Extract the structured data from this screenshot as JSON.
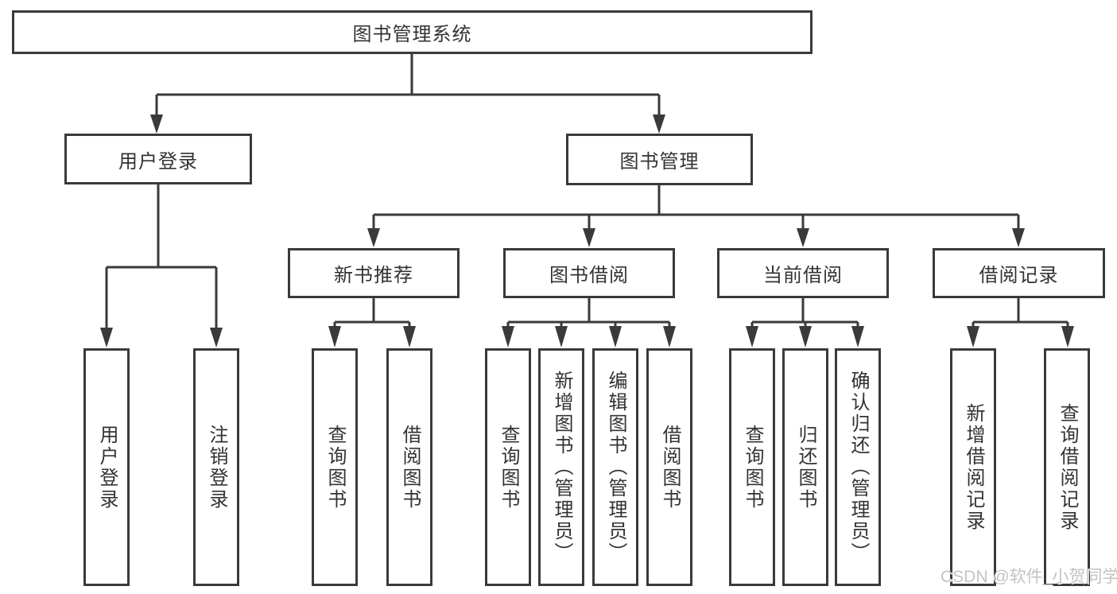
{
  "colors": {
    "background": "#ffffff",
    "line": "#3a3a3a",
    "box_border": "#3a3a3a",
    "text": "#333333",
    "watermark_text": "#c3c3c3"
  },
  "tree": {
    "root": {
      "label": "图书管理系统"
    },
    "branches": [
      {
        "label": "用户登录",
        "children": [
          {
            "label": "用户登录"
          },
          {
            "label": "注销登录"
          }
        ]
      },
      {
        "label": "图书管理",
        "groups": [
          {
            "label": "新书推荐",
            "children": [
              {
                "label": "查询图书"
              },
              {
                "label": "借阅图书"
              }
            ]
          },
          {
            "label": "图书借阅",
            "children": [
              {
                "label": "查询图书"
              },
              {
                "label": "新增图书（管理员）"
              },
              {
                "label": "编辑图书（管理员）"
              },
              {
                "label": "借阅图书"
              }
            ]
          },
          {
            "label": "当前借阅",
            "children": [
              {
                "label": "查询图书"
              },
              {
                "label": "归还图书"
              },
              {
                "label": "确认归还（管理员）"
              }
            ]
          },
          {
            "label": "借阅记录",
            "children": [
              {
                "label": "新增借阅记录"
              },
              {
                "label": "查询借阅记录"
              }
            ]
          }
        ]
      }
    ]
  },
  "watermark": {
    "label": "CSDN @软件_小贺同学"
  }
}
